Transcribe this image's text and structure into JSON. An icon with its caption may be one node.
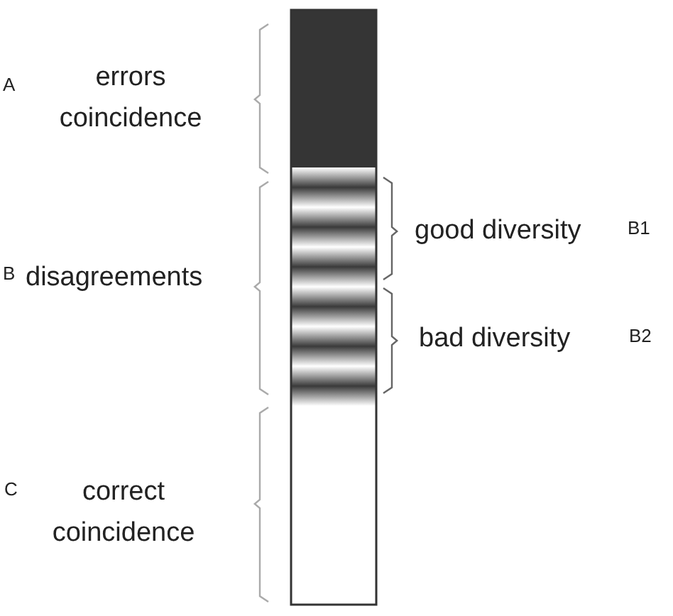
{
  "diagram": {
    "labels": [
      "A",
      "errors coincidence",
      "good diversity",
      "B1",
      "B",
      "disagreements",
      "bad diversity",
      "B2",
      "C",
      "correct coincidence"
    ]
  }
}
